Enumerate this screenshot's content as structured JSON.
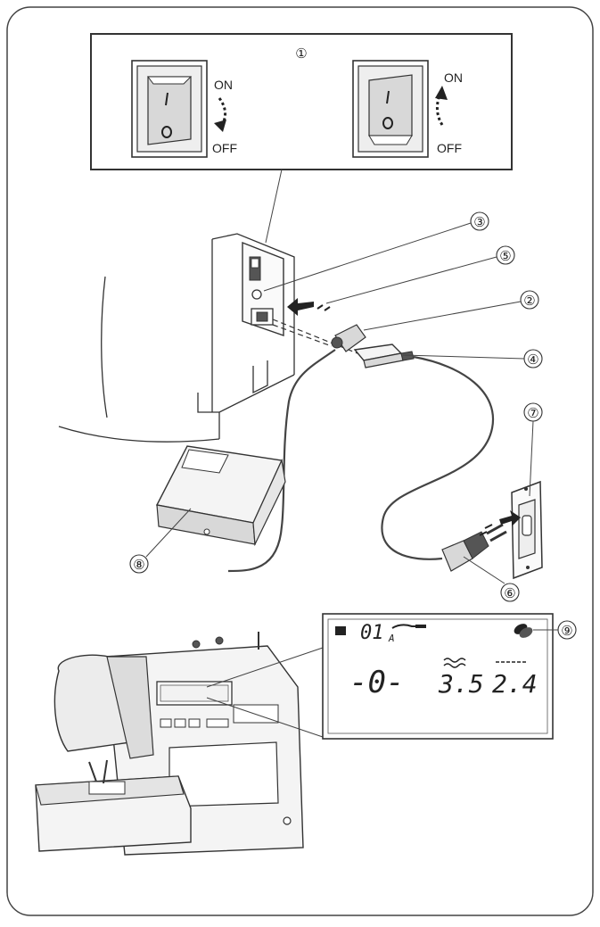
{
  "callouts": {
    "c1": "①",
    "c2": "②",
    "c3": "③",
    "c4": "④",
    "c5": "⑤",
    "c6": "⑥",
    "c7": "⑦",
    "c8": "⑧",
    "c9": "⑨"
  },
  "switch_panel": {
    "left": {
      "on_label": "ON",
      "off_label": "OFF"
    },
    "right": {
      "on_label": "ON",
      "off_label": "OFF"
    }
  },
  "lcd": {
    "pattern_number": "01",
    "pattern_sub": "A",
    "needle_position": "-0-",
    "stitch_width": "3.5",
    "stitch_length": "2.4"
  },
  "icons": [
    "rocker-switch-icon",
    "arrow-icon",
    "bobbin-icon",
    "foot-control-icon",
    "power-plug-icon",
    "wall-outlet-icon"
  ]
}
